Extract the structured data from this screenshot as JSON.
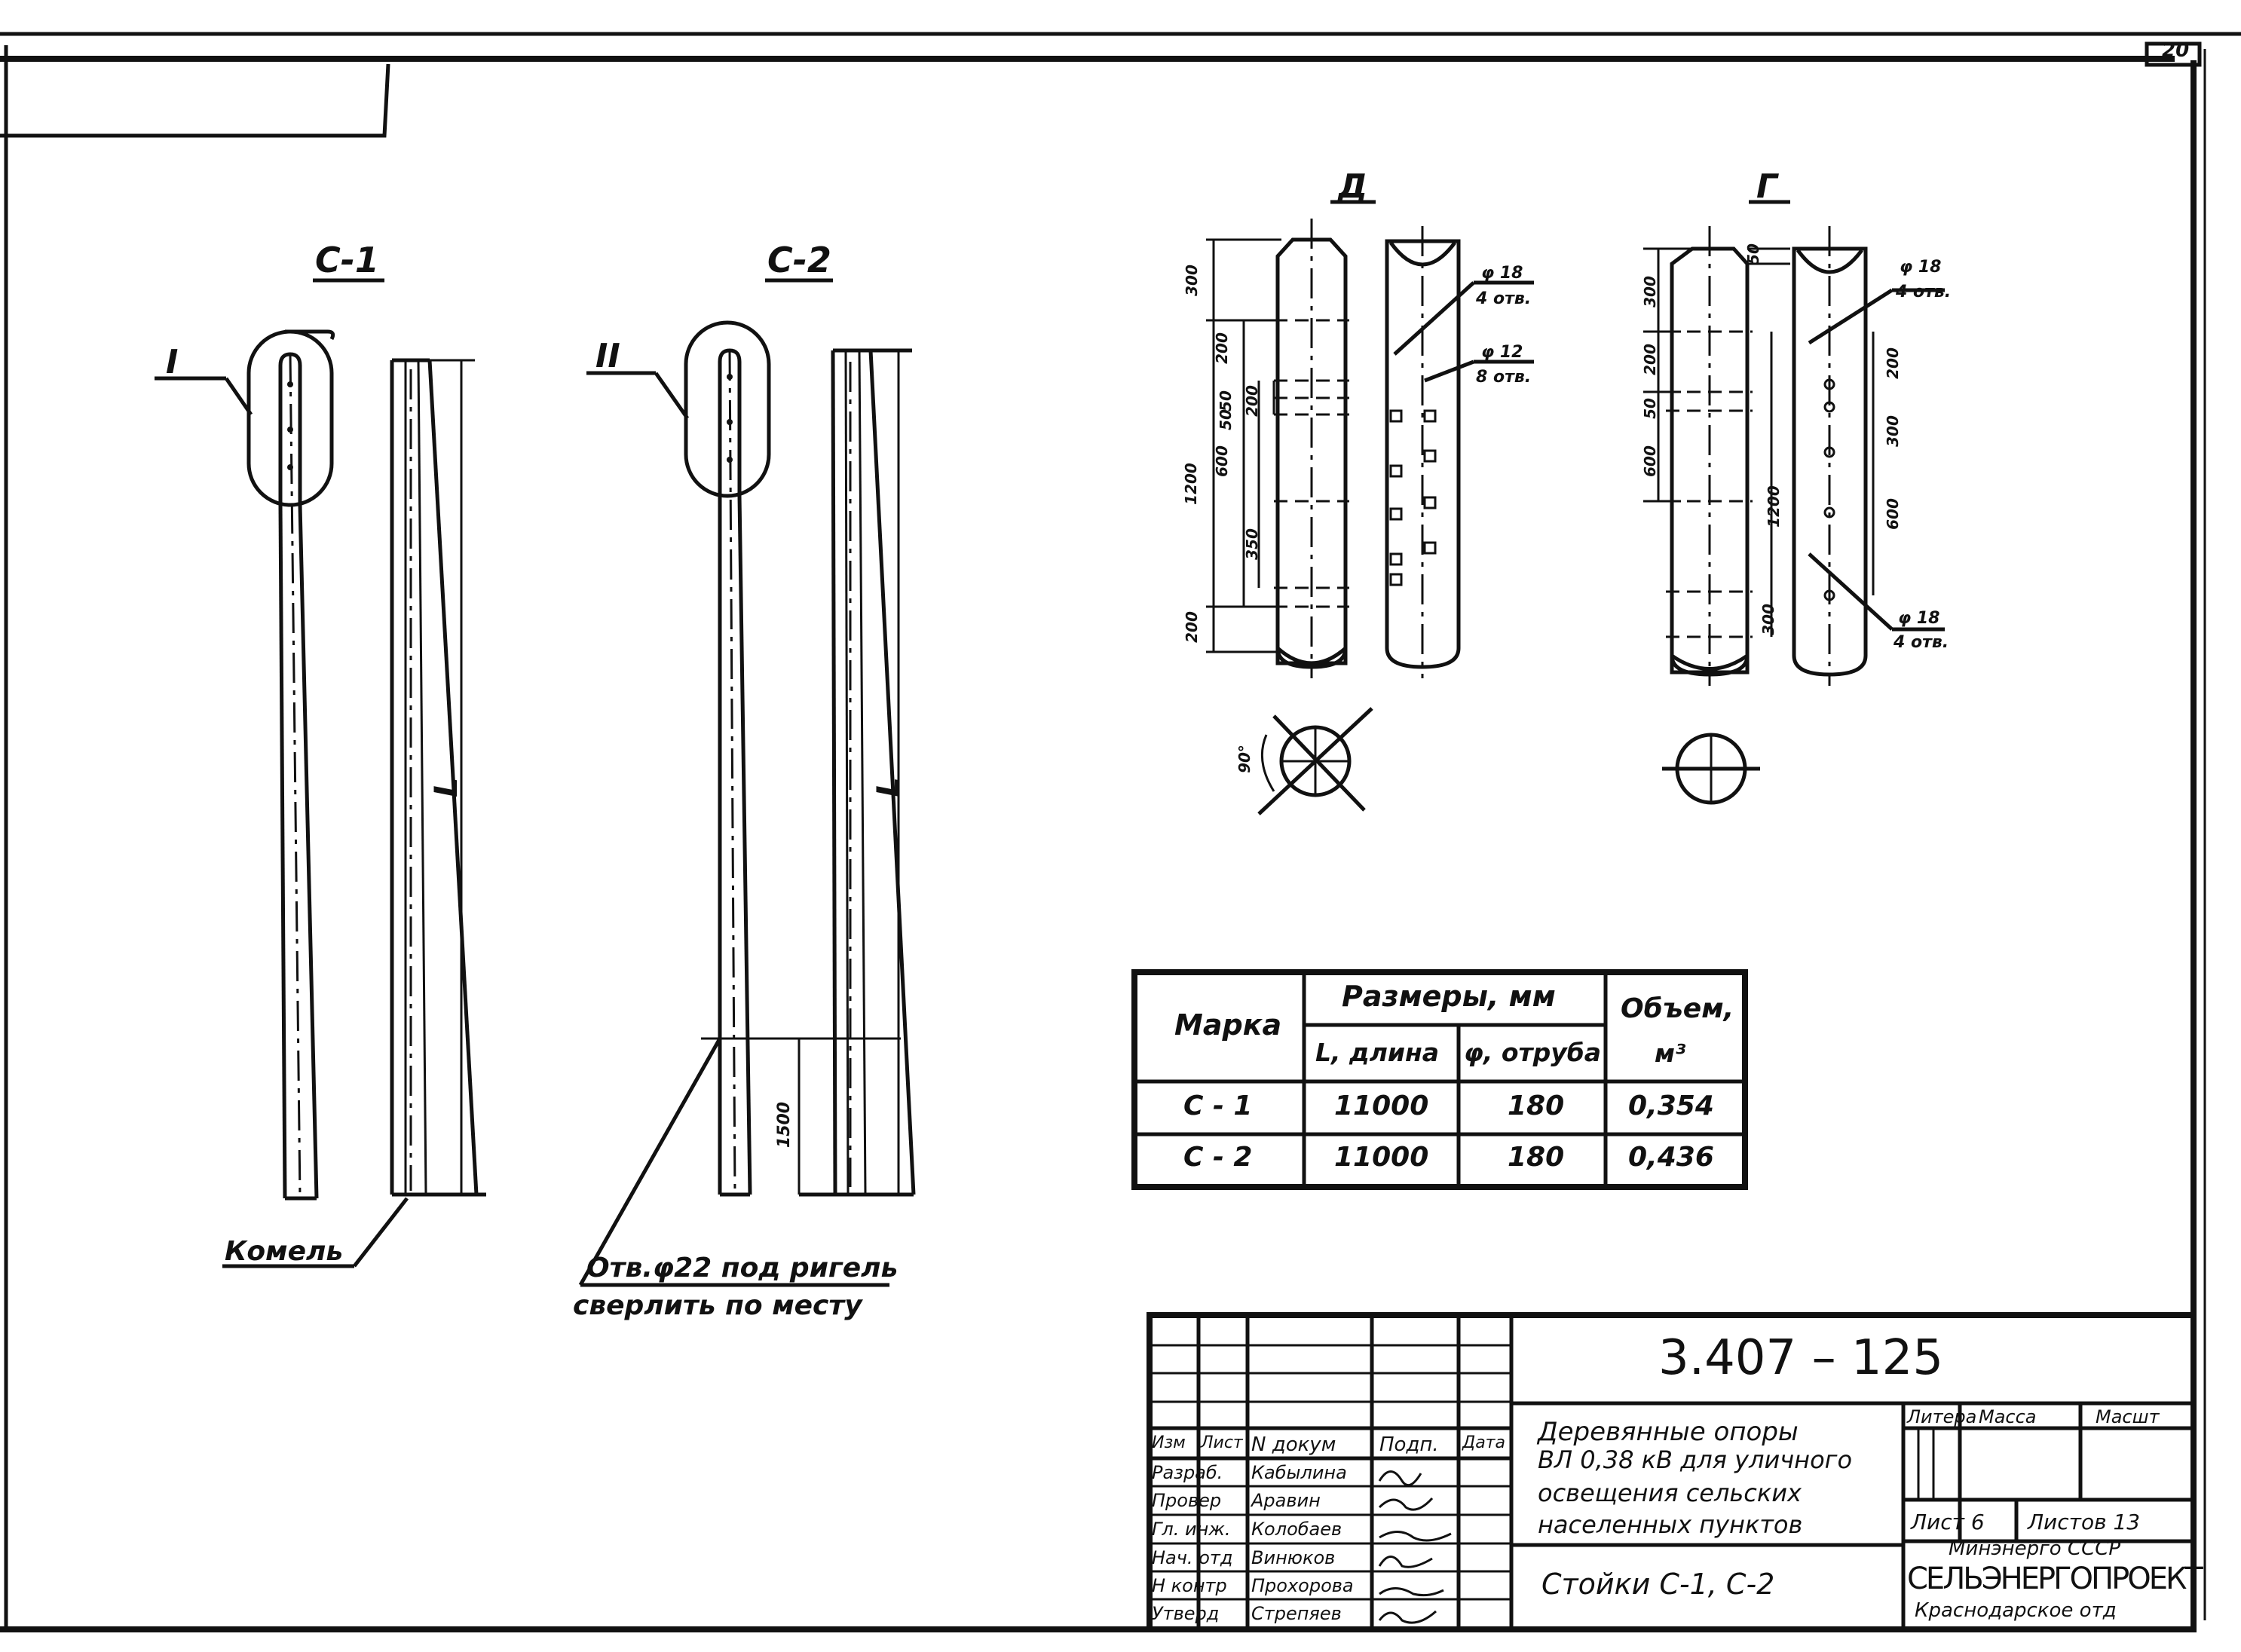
{
  "sheet_number": "20",
  "views": {
    "c1_title": "С-1",
    "c2_title": "С-2",
    "callout_1": "I",
    "callout_2": "II",
    "length_label_1": "L",
    "length_label_2": "L",
    "butt_note": "Комель",
    "hole_note_line1": "Отв.φ22 под ригель",
    "hole_note_line2": "сверлить по месту",
    "dim_1500": "1500"
  },
  "detail_D": {
    "title": "Д",
    "dims": [
      "300",
      "200",
      "50",
      "50",
      "200",
      "600",
      "1200",
      "350",
      "200"
    ],
    "hole_a": "φ 18",
    "hole_a_count": "4 отв.",
    "hole_b": "φ 12",
    "hole_b_count": "8 отв.",
    "angle": "90°"
  },
  "detail_G": {
    "title": "Г",
    "top_dim": "50",
    "dims_left": [
      "300",
      "200",
      "50",
      "600",
      "1200",
      "300"
    ],
    "dims_right": [
      "200",
      "300",
      "600"
    ],
    "hole_a": "φ 18",
    "hole_a_count": "4 отв.",
    "hole_b": "φ 18",
    "hole_b_count": "4 отв."
  },
  "spec_table": {
    "col_mark": "Марка",
    "col_dims": "Размеры, мм",
    "col_length": "L, длина",
    "col_diameter": "φ, отруба",
    "col_volume_line1": "Объем,",
    "col_volume_line2": "м³",
    "rows": [
      {
        "mark": "С - 1",
        "length": "11000",
        "diameter": "180",
        "volume": "0,354"
      },
      {
        "mark": "С - 2",
        "length": "11000",
        "diameter": "180",
        "volume": "0,436"
      }
    ]
  },
  "title_block": {
    "doc_number": "3.407 – 125",
    "title_line1": "Деревянные опоры",
    "title_line2": "ВЛ 0,38 кВ для уличного",
    "title_line3": "освещения сельских",
    "title_line4": "населенных пунктов",
    "sheet_name": "Стойки С-1, С-2",
    "col_litera": "Литера",
    "col_mass": "Масса",
    "col_scale": "Масшт",
    "sheet_label": "Лист 6",
    "sheets_label": "Листов 13",
    "org_line1": "Минэнерго СССР",
    "org_line2": "СЕЛЬЭНЕРГОПРОЕКТ",
    "org_line3": "Краснодарское отд",
    "header_cols": [
      "Изм",
      "Лист",
      "N докум",
      "Подп.",
      "Дата"
    ],
    "signers": [
      {
        "role": "Разраб.",
        "name": "Кабылина"
      },
      {
        "role": "Провер",
        "name": "Аравин"
      },
      {
        "role": "Гл. инж.",
        "name": "Колобаев"
      },
      {
        "role": "Нач. отд",
        "name": "Винюков"
      },
      {
        "role": "Н контр",
        "name": "Прохорова"
      },
      {
        "role": "Утверд",
        "name": "Стрепяев"
      }
    ]
  }
}
